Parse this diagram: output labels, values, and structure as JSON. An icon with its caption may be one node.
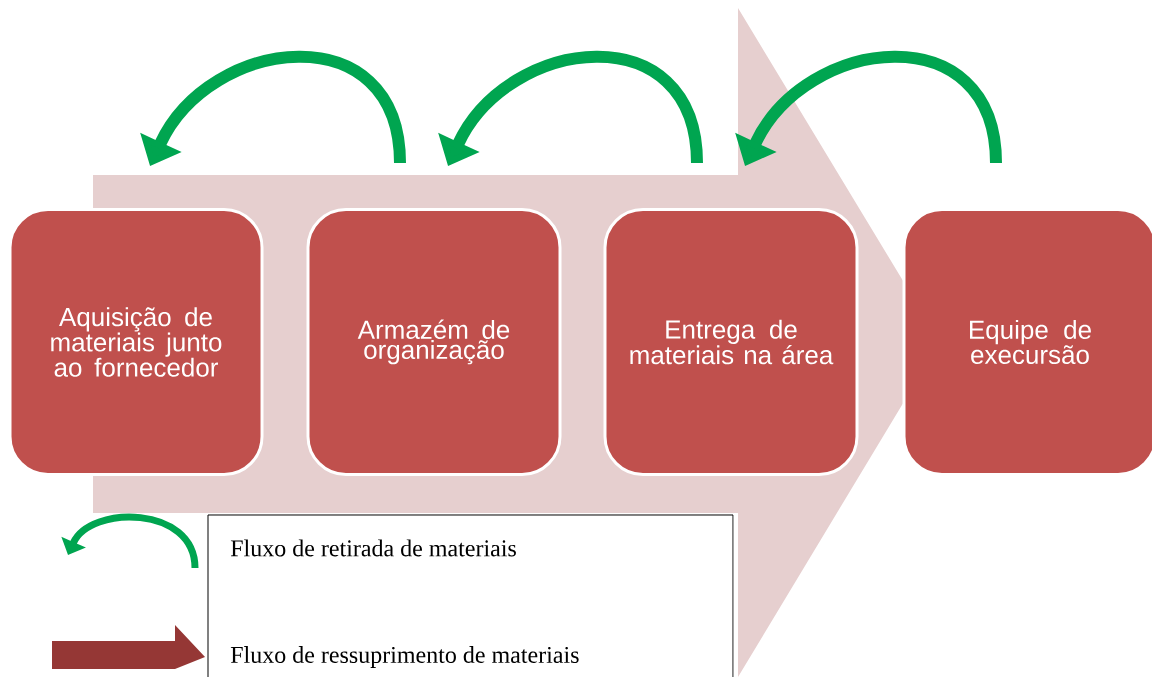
{
  "diagram": {
    "nodes": [
      {
        "text": [
          "Aquisição de materiais junto ao fornecedor"
        ]
      },
      {
        "text": [
          "Armazém de organização"
        ]
      },
      {
        "text": [
          "Entrega de materiais na área"
        ]
      },
      {
        "text": [
          "Equipe de execursão"
        ]
      }
    ],
    "edges": [
      {
        "from": 1,
        "to": 0,
        "arrow": "to"
      },
      {
        "from": 2,
        "to": 1,
        "arrow": "to"
      },
      {
        "from": 3,
        "to": 2,
        "arrow": "to"
      },
      {
        "from": 0,
        "to": 3,
        "arrow": "to",
        "style": "thick",
        "color": "#e6cfcf"
      }
    ],
    "legend": [
      {
        "text": "Fluxo de retirada de materiais"
      },
      {
        "text": "Fluxo de ressuprimento de materiais"
      }
    ]
  }
}
